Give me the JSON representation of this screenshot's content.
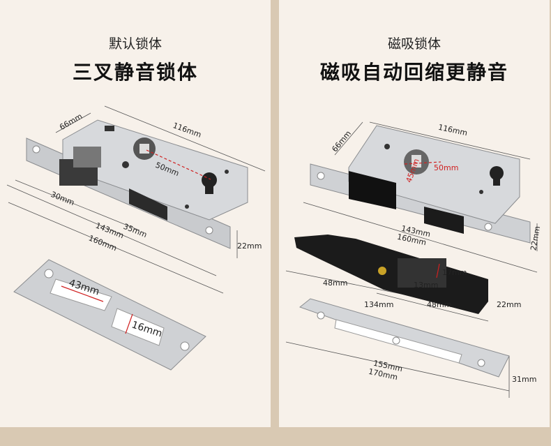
{
  "left": {
    "subtitle": "默认锁体",
    "title": "三叉静音锁体",
    "dims": {
      "d66": "66mm",
      "d116": "116mm",
      "d50": "50mm",
      "d30": "30mm",
      "d35": "35mm",
      "d143": "143mm",
      "d160": "160mm",
      "d22": "22mm",
      "d43": "43mm",
      "d16": "16mm"
    }
  },
  "right": {
    "subtitle": "磁吸锁体",
    "title": "磁吸自动回缩更静音",
    "dims": {
      "d66": "66mm",
      "d116": "116mm",
      "d45": "45mm",
      "d50": "50mm",
      "d143": "143mm",
      "d160": "160mm",
      "d22a": "22mm",
      "d17": "17mm",
      "d13": "13mm",
      "d48a": "48mm",
      "d134": "134mm",
      "d48b": "48mm",
      "d22b": "22mm",
      "d155": "155mm",
      "d170": "170mm",
      "d31": "31mm"
    }
  },
  "colors": {
    "background": "#d9c9b3",
    "panel": "#f7f1ea",
    "metal": "#d7d9dc",
    "dark": "#1b1b1b",
    "accent_red": "#d02020"
  }
}
